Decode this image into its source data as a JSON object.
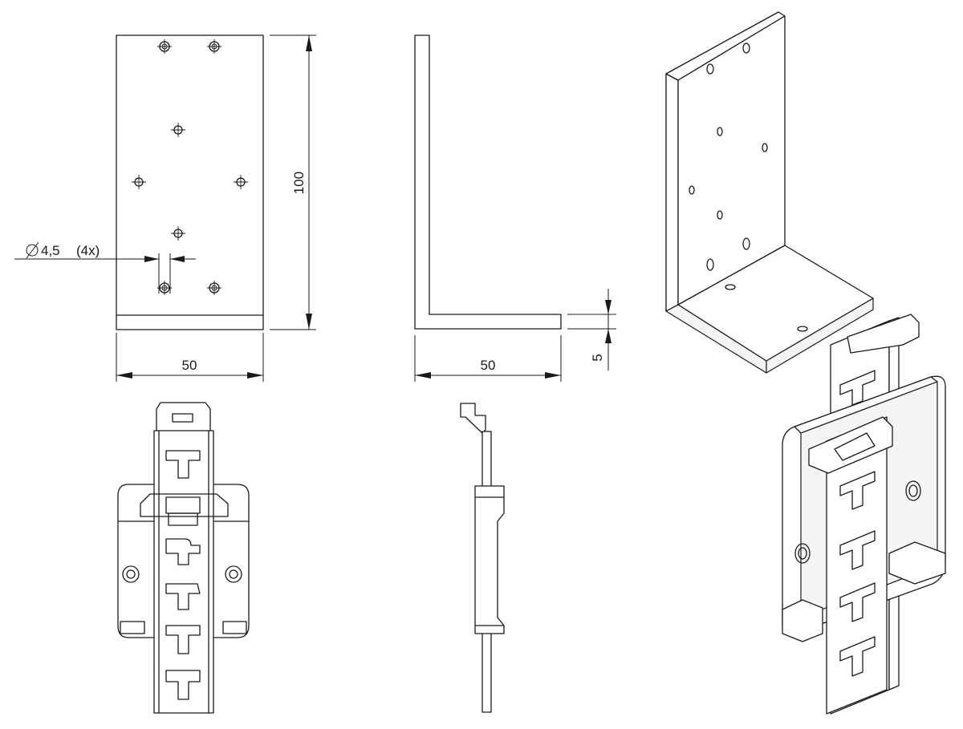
{
  "dimensions": {
    "plate_width": "50",
    "plate_height": "100",
    "angle_width": "50",
    "thickness": "5",
    "hole_diameter": "4,5",
    "hole_count": "(4x)"
  },
  "symbols": {
    "diameter_icon": "diameter-symbol"
  }
}
